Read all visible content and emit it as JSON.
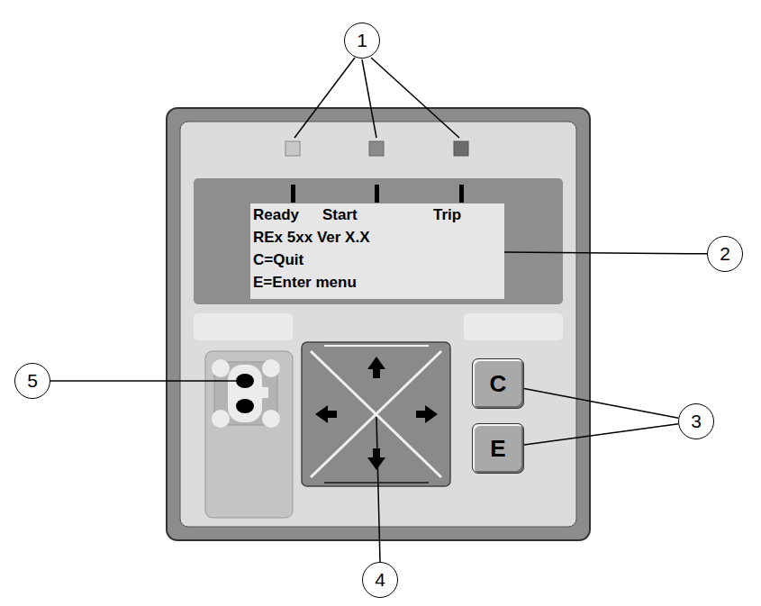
{
  "diagram": {
    "nodes": [
      {
        "text": [
          "1"
        ]
      },
      {
        "text": [
          "Ready",
          "Start",
          "Trip",
          "REx 5xx Ver X.X",
          "C=Quit",
          "E=Enter menu"
        ]
      },
      {
        "text": [
          "2"
        ]
      },
      {
        "text": [
          "C"
        ]
      },
      {
        "text": [
          "3"
        ]
      },
      {
        "text": [
          "E"
        ]
      },
      {
        "text": [
          "5"
        ]
      },
      {
        "text": [
          "4"
        ]
      }
    ],
    "edges": [
      {
        "from": 2,
        "to": 1,
        "arrow": "none"
      },
      {
        "from": 4,
        "to": 3,
        "arrow": "none"
      },
      {
        "from": 4,
        "to": 5,
        "arrow": "none"
      }
    ]
  }
}
